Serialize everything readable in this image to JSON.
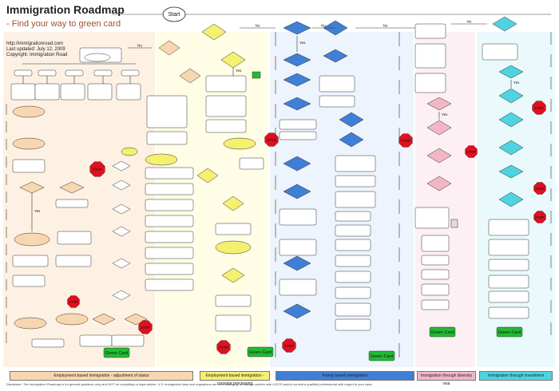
{
  "header": {
    "title": "Immigration Roadmap",
    "subtitle": "- Find your way to green card",
    "url": "http://immigrationroad.com",
    "updated": "Last updated: July 12, 2009",
    "copyright": "Copyright: Immigration Road"
  },
  "nodes": {
    "start": "Start",
    "green_card": "Green Card",
    "stop": "STOP",
    "yes": "Yes",
    "no": "No"
  },
  "legend": [
    {
      "label": "Employment based immigration - adjustment of status",
      "color": "#f8d7b0"
    },
    {
      "label": "Employment based immigration - consular processing",
      "color": "#f4f070"
    },
    {
      "label": "Family based immigration",
      "color": "#3f7fd6"
    },
    {
      "label": "Immigration through diversity visa",
      "color": "#f2b6c6"
    },
    {
      "label": "Immigration through investment",
      "color": "#4fd3e0"
    }
  ],
  "colors": {
    "employment_aos": "#f8d7b0",
    "employment_cp": "#f4f070",
    "family": "#3f7fd6",
    "diversity": "#f2b6c6",
    "investment": "#4fd3e0",
    "green_card": "#22bb33",
    "stop": "#e01020"
  },
  "disclaimer": "Disclaimer: The Immigration Roadmap is for general guidance only and NOT for consulting or legal advice. U.S. immigration laws and regulations are ever-changing, so always confirm with USCIS and/or consult a qualified professional with regard to your case."
}
